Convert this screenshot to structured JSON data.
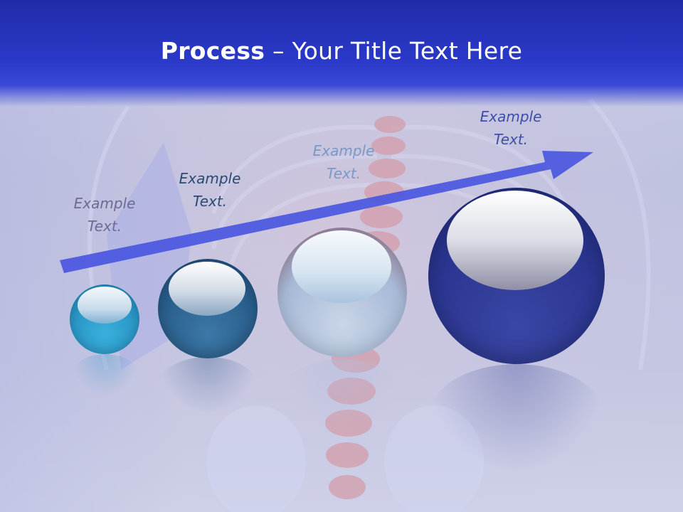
{
  "title": {
    "bold": "Process",
    "rest": " – Your Title Text Here"
  },
  "steps": [
    {
      "line1": "Example",
      "line2": "Text.",
      "color": "#6f6a93"
    },
    {
      "line1": "Example",
      "line2": "Text.",
      "color": "#2b4a72"
    },
    {
      "line1": "Example",
      "line2": "Text.",
      "color": "#7a98c6"
    },
    {
      "line1": "Example",
      "line2": "Text.",
      "color": "#3f4ea6"
    }
  ],
  "colors": {
    "title_bar": "#2a38c8",
    "arrow": "#4a57e0",
    "sphere_1": "#2c9fcf",
    "sphere_2": "#2a5f8c",
    "sphere_3": "#a7b9d6",
    "sphere_4": "#2a3690"
  },
  "icons": {
    "background": "spine-xray-illustration",
    "arrow": "rising-arrow-icon"
  }
}
